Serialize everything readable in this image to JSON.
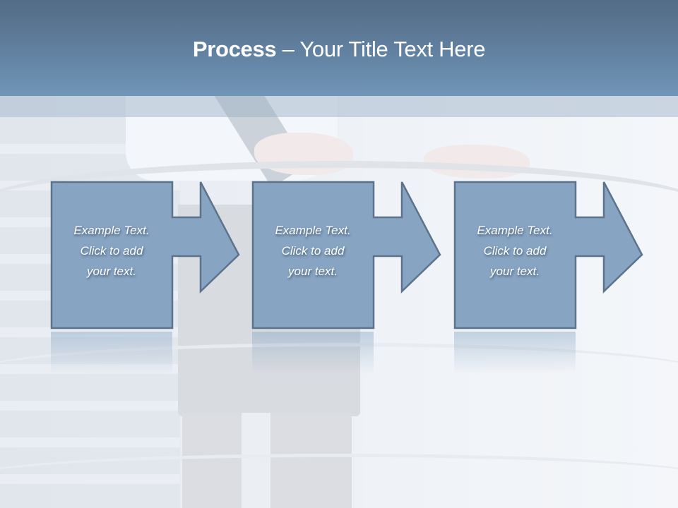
{
  "slide": {
    "title_bold": "Process",
    "title_rest": " – Your Title Text Here",
    "colors": {
      "header_top": "#536b85",
      "header_bottom": "#7095b7",
      "box_fill": "#87a5c3",
      "box_border": "#5d738c",
      "text": "#ffffff"
    }
  },
  "steps": [
    {
      "line1": "Example Text.",
      "line2": "Click  to add",
      "line3": "your text."
    },
    {
      "line1": "Example Text.",
      "line2": "Click  to add",
      "line3": "your text."
    },
    {
      "line1": "Example Text.",
      "line2": "Click  to add",
      "line3": "your text."
    }
  ]
}
